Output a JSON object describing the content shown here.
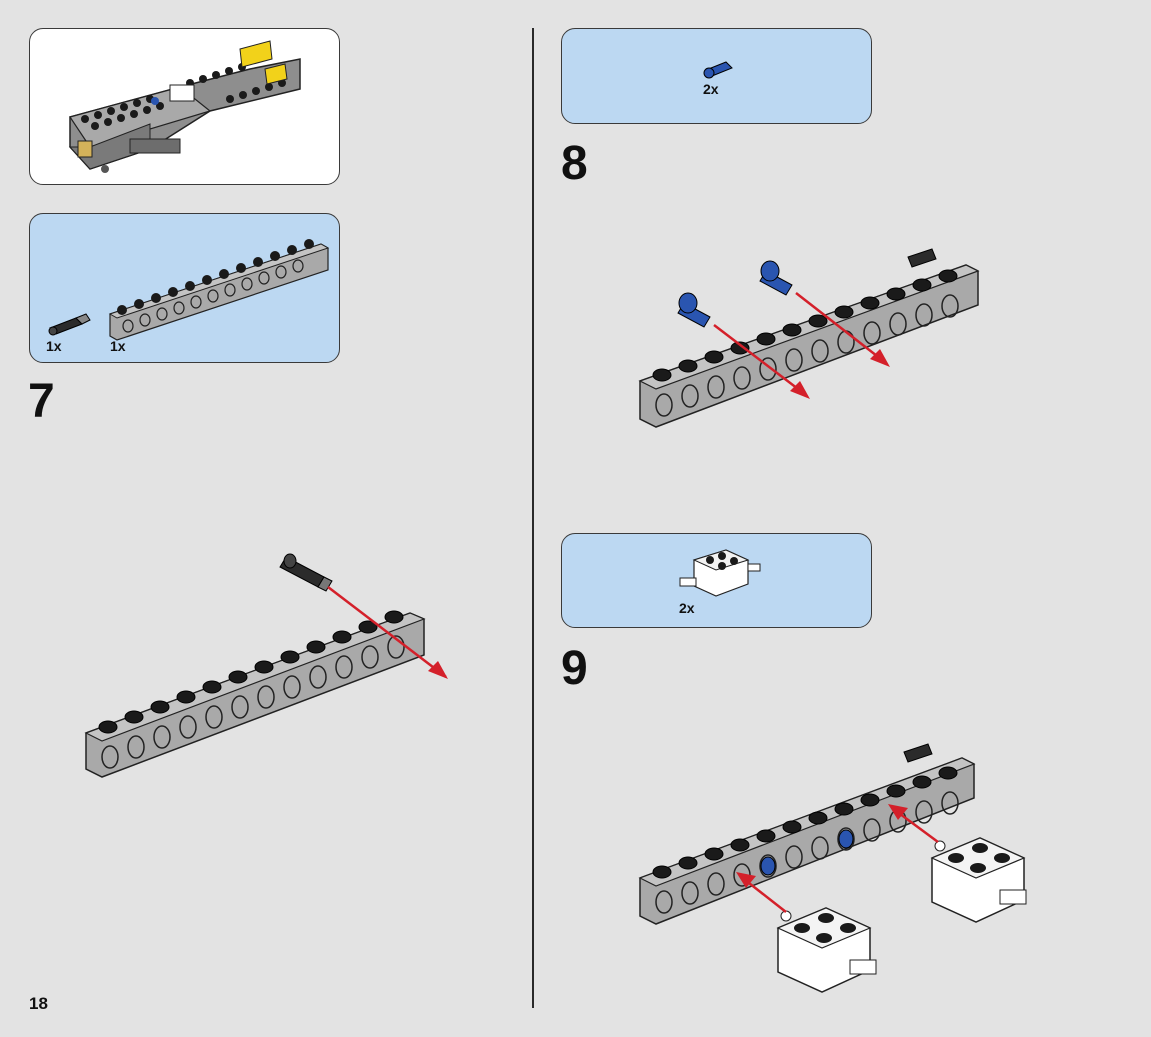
{
  "page": {
    "number": "18"
  },
  "steps": [
    {
      "number": "7",
      "parts": [
        {
          "qty": "1x",
          "icon": "axle-pin-icon"
        },
        {
          "qty": "1x",
          "icon": "technic-beam-icon"
        }
      ]
    },
    {
      "number": "8",
      "parts": [
        {
          "qty": "2x",
          "icon": "blue-pin-icon"
        }
      ]
    },
    {
      "number": "9",
      "parts": [
        {
          "qty": "2x",
          "icon": "white-brick-with-pin-icon"
        }
      ]
    }
  ],
  "colors": {
    "background": "#e3e3e3",
    "parts_panel": "#bcd8f2",
    "brick_gray": "#a9a9a9",
    "stud_black": "#1a1a1a",
    "pin_blue": "#2a55b0",
    "arrow_red": "#d4202a",
    "accent_yellow": "#f2d21a"
  }
}
